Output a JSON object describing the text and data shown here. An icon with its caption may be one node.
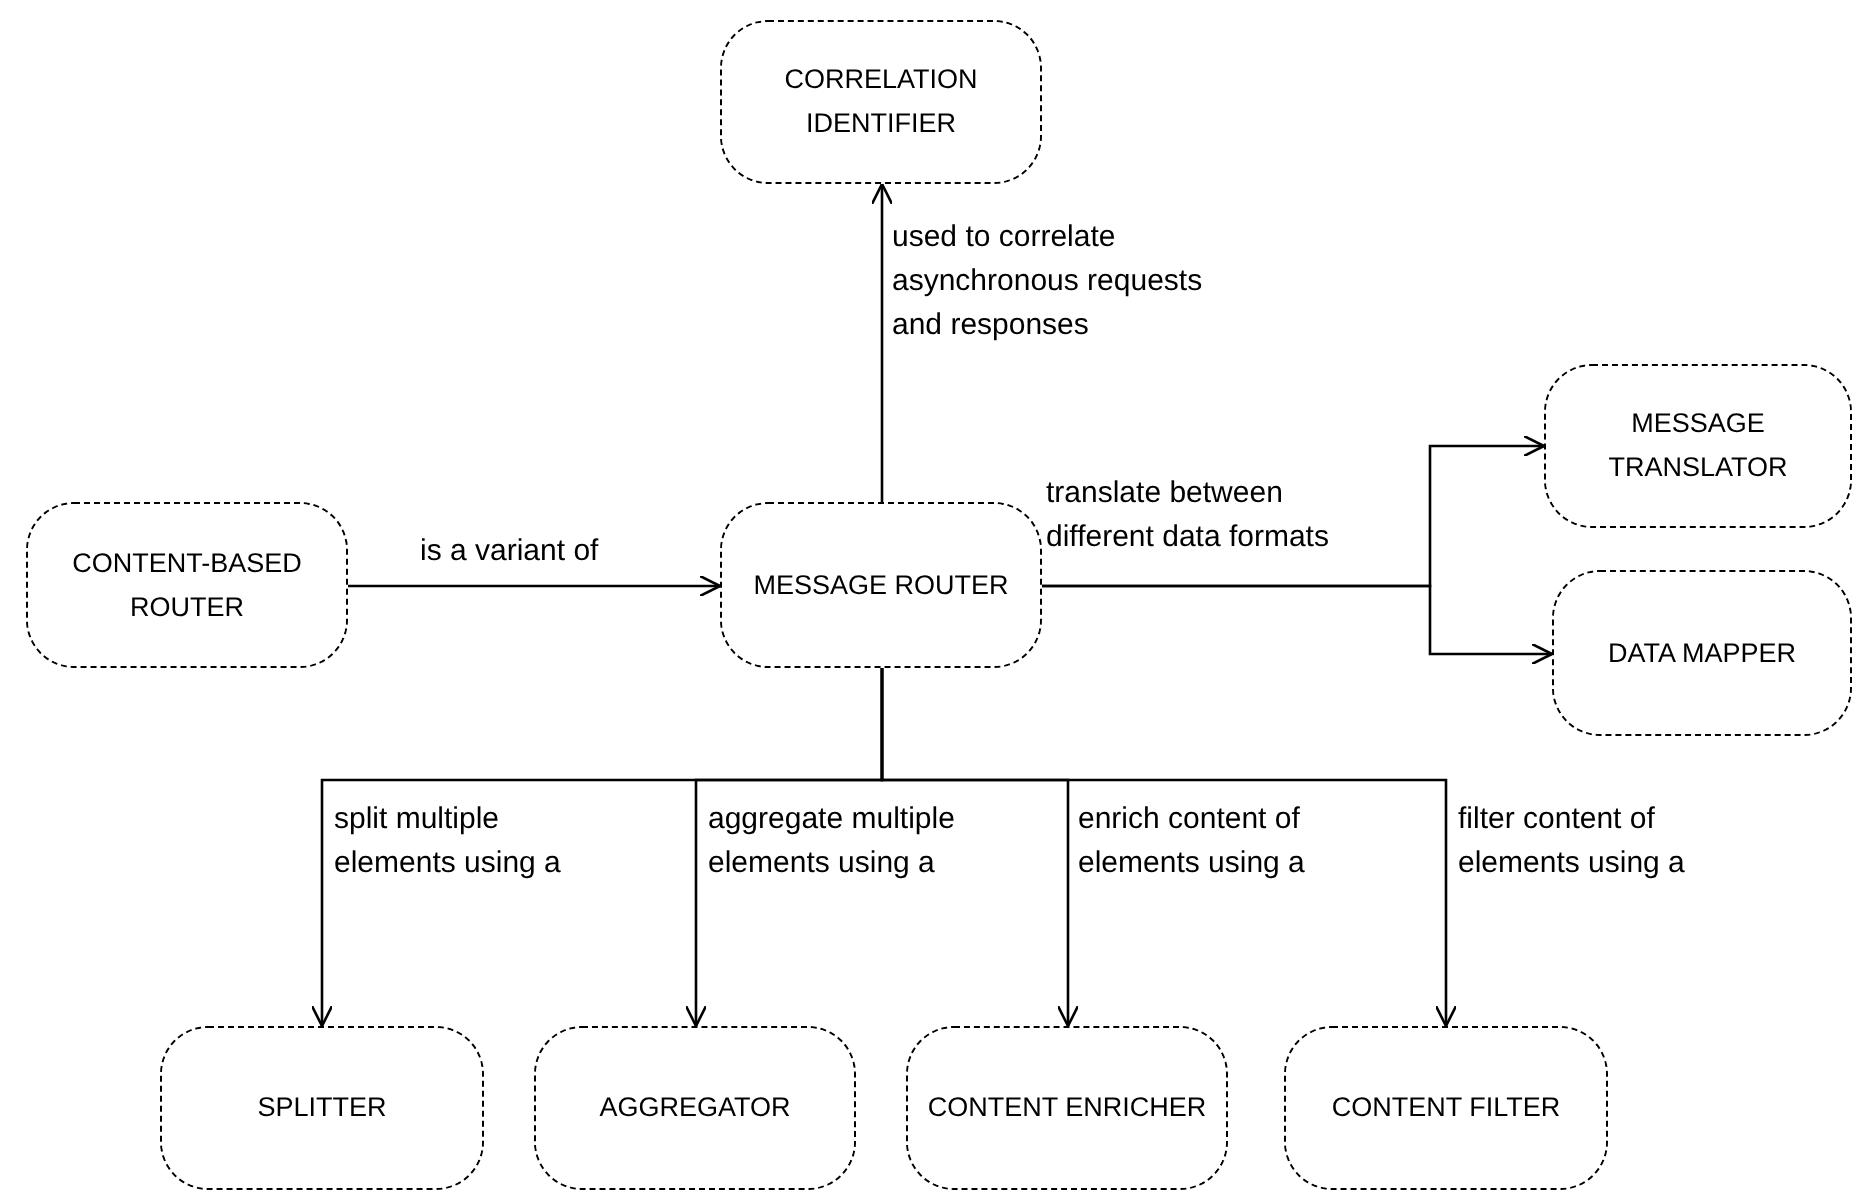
{
  "diagram": {
    "nodes": [
      {
        "text": [
          "CORRELATION IDENTIFIER"
        ]
      },
      {
        "text": [
          "CONTENT-BASED ROUTER"
        ]
      },
      {
        "text": [
          "MESSAGE ROUTER"
        ]
      },
      {
        "text": [
          "MESSAGE TRANSLATOR"
        ]
      },
      {
        "text": [
          "DATA MAPPER"
        ]
      },
      {
        "text": [
          "SPLITTER"
        ]
      },
      {
        "text": [
          "AGGREGATOR"
        ]
      },
      {
        "text": [
          "CONTENT ENRICHER"
        ]
      },
      {
        "text": [
          "CONTENT FILTER"
        ]
      }
    ],
    "edges": [
      {
        "from": 2,
        "to": 0,
        "arrow": "to",
        "label": "used to correlate asynchronous requests and responses"
      },
      {
        "from": 1,
        "to": 2,
        "arrow": "to",
        "label": "is a variant of"
      },
      {
        "from": 2,
        "to": 3,
        "arrow": "to",
        "label": "translate between different data formats"
      },
      {
        "from": 2,
        "to": 4,
        "arrow": "to"
      },
      {
        "from": 2,
        "to": 5,
        "arrow": "to",
        "label": "split multiple elements using a"
      },
      {
        "from": 2,
        "to": 6,
        "arrow": "to",
        "label": "aggregate multiple elements using a"
      },
      {
        "from": 2,
        "to": 7,
        "arrow": "to",
        "label": "enrich content of elements using a"
      },
      {
        "from": 2,
        "to": 8,
        "arrow": "to",
        "label": "filter content of elements using a"
      }
    ]
  }
}
